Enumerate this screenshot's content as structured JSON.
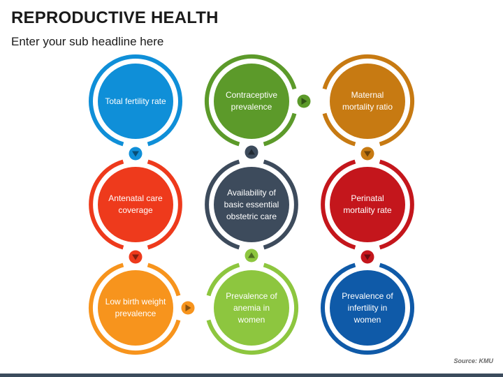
{
  "header": {
    "title": "REPRODUCTIVE HEALTH",
    "subtitle": "Enter your sub headline here"
  },
  "footer": {
    "source": "Source: KMU"
  },
  "nodes": [
    {
      "id": "total-fertility-rate",
      "label": "Total fertility rate",
      "color": "#0f8fd8",
      "connector": "down"
    },
    {
      "id": "antenatal-care-coverage",
      "label": "Antenatal care coverage",
      "color": "#ee3a1c",
      "connector": "down"
    },
    {
      "id": "low-birth-weight-prevalence",
      "label": "Low birth weight prevalence",
      "color": "#f7941d",
      "connector": "right"
    },
    {
      "id": "prevalence-of-anemia-in-women",
      "label": "Prevalence of anemia in women",
      "color": "#8dc63f",
      "connector": "up"
    },
    {
      "id": "availability-of-basic-essential-obstetric-care",
      "label": "Availability of basic essential obstetric care",
      "color": "#3d4b5c",
      "connector": "up"
    },
    {
      "id": "contraceptive-prevalence",
      "label": "Contraceptive prevalence",
      "color": "#5c9a2a",
      "connector": "right"
    },
    {
      "id": "maternal-mortality-ratio",
      "label": "Maternal mortality ratio",
      "color": "#c77a12",
      "connector": "down"
    },
    {
      "id": "perinatal-mortality-rate",
      "label": "Perinatal mortality rate",
      "color": "#c4161c",
      "connector": "down"
    },
    {
      "id": "prevalence-of-infertility-in-women",
      "label": "Prevalence of infertility in women",
      "color": "#0f5aa8",
      "connector": "none"
    }
  ]
}
